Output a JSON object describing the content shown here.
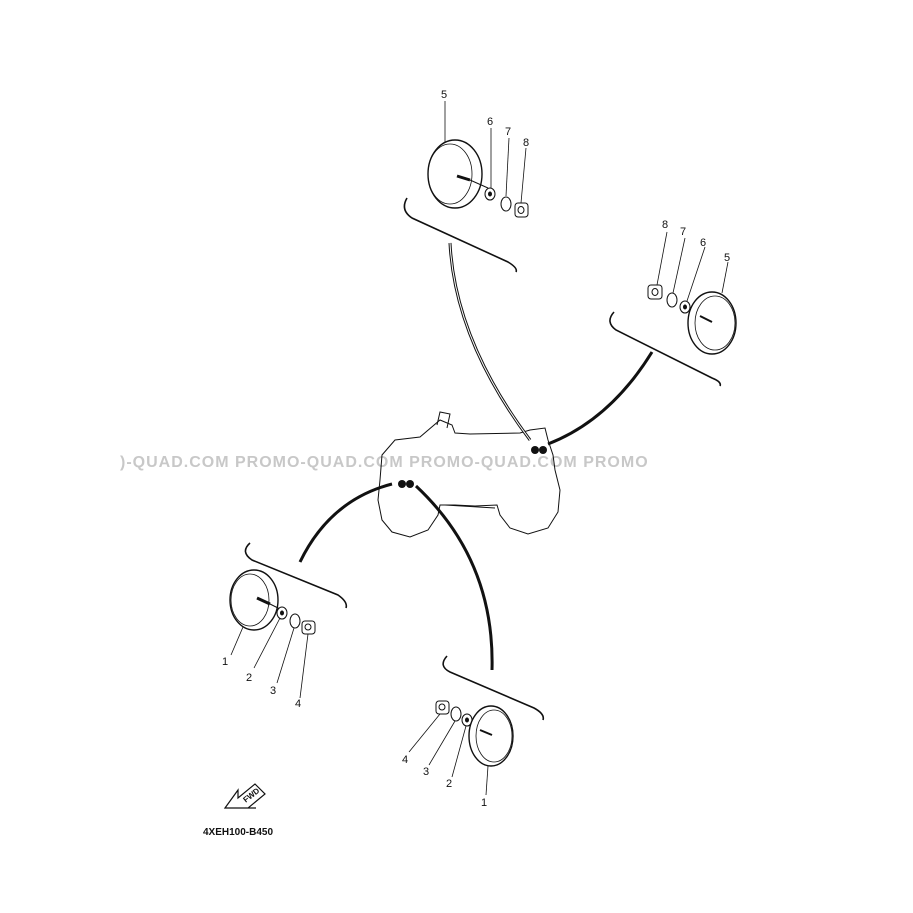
{
  "watermarks": ")-QUAD.COM PROMO-QUAD.COM PROMO-QUAD.COM PROMO",
  "diagram_code": "4XEH100-B450",
  "fwd_label": "FWD",
  "callouts": {
    "top_left": [
      "5",
      "6",
      "7",
      "8"
    ],
    "top_right": [
      "8",
      "7",
      "6",
      "5"
    ],
    "bottom_left": [
      "1",
      "2",
      "3",
      "4"
    ],
    "bottom_right": [
      "4",
      "3",
      "2",
      "1"
    ]
  }
}
